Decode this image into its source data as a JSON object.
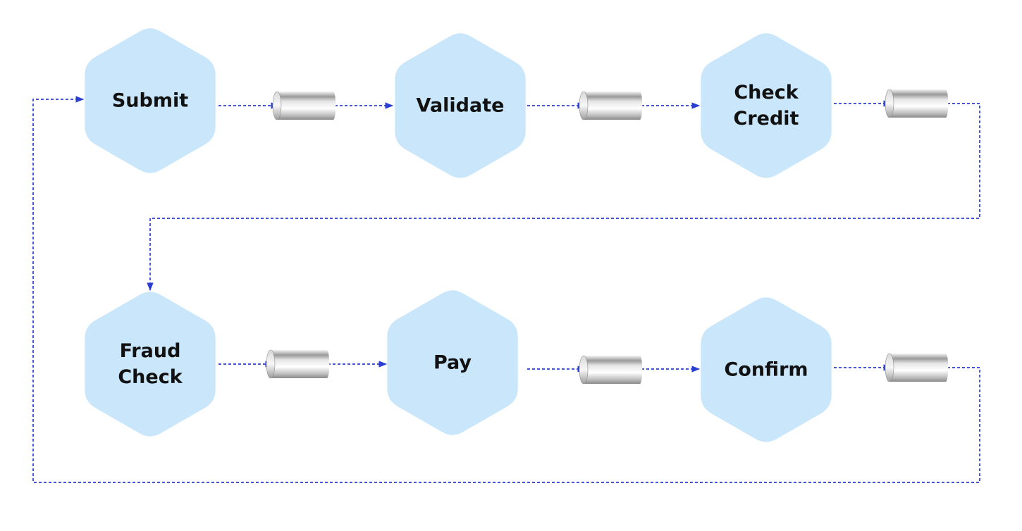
{
  "colors": {
    "node_fill": "#c9e6fb",
    "connector": "#2a3fcf",
    "label": "#111111"
  },
  "nodes": [
    {
      "id": "submit",
      "lines": [
        "Submit"
      ]
    },
    {
      "id": "validate",
      "lines": [
        "Validate"
      ]
    },
    {
      "id": "check-credit",
      "lines": [
        "Check",
        "Credit"
      ]
    },
    {
      "id": "fraud-check",
      "lines": [
        "Fraud",
        "Check"
      ]
    },
    {
      "id": "pay",
      "lines": [
        "Pay"
      ]
    },
    {
      "id": "confirm",
      "lines": [
        "Confirm"
      ]
    }
  ],
  "queue_icon": "cylinder-queue-icon",
  "edges": [
    [
      "submit",
      "validate"
    ],
    [
      "validate",
      "check-credit"
    ],
    [
      "check-credit",
      "fraud-check"
    ],
    [
      "fraud-check",
      "pay"
    ],
    [
      "pay",
      "confirm"
    ],
    [
      "confirm",
      "submit"
    ]
  ]
}
